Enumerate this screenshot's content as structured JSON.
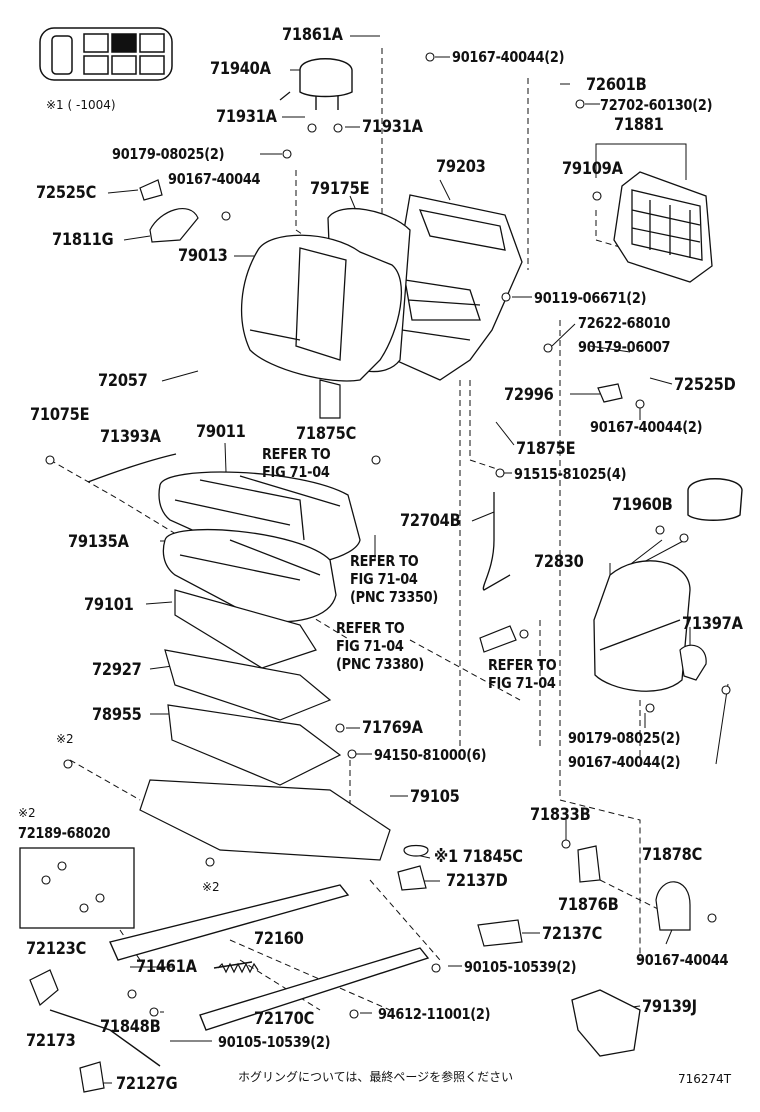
{
  "note": "※1 (      -1004)",
  "note_ref2": "※2",
  "footer_text": "ホグリングについては、最終ページを参照ください",
  "figure_id": "716274T",
  "refs": {
    "fig7104_a": [
      "REFER TO",
      "FIG 71-04"
    ],
    "fig7104_b": [
      "REFER TO",
      "FIG 71-04",
      "(PNC 73350)"
    ],
    "fig7104_c": [
      "REFER TO",
      "FIG 71-04",
      "(PNC 73380)"
    ],
    "fig7104_d": [
      "REFER TO",
      "FIG 71-04"
    ]
  },
  "parts": [
    {
      "id": "p71861A",
      "text": "71861A"
    },
    {
      "id": "p90167_40044_2a",
      "text": "90167-40044(2)"
    },
    {
      "id": "p71940A",
      "text": "71940A"
    },
    {
      "id": "p72601B",
      "text": "72601B"
    },
    {
      "id": "p72702",
      "text": "72702-60130(2)"
    },
    {
      "id": "p71931A_l",
      "text": "71931A"
    },
    {
      "id": "p71931A_r",
      "text": "71931A"
    },
    {
      "id": "p71881",
      "text": "71881"
    },
    {
      "id": "p90179_08025_2a",
      "text": "90179-08025(2)"
    },
    {
      "id": "p79203",
      "text": "79203"
    },
    {
      "id": "p79109A",
      "text": "79109A"
    },
    {
      "id": "p90167_40044_a",
      "text": "90167-40044"
    },
    {
      "id": "p72525C",
      "text": "72525C"
    },
    {
      "id": "p79175E",
      "text": "79175E"
    },
    {
      "id": "p71811G",
      "text": "71811G"
    },
    {
      "id": "p79013",
      "text": "79013"
    },
    {
      "id": "p90119",
      "text": "90119-06671(2)"
    },
    {
      "id": "p72622",
      "text": "72622-68010"
    },
    {
      "id": "p90179_06007",
      "text": "90179-06007"
    },
    {
      "id": "p72057",
      "text": "72057"
    },
    {
      "id": "p72525D",
      "text": "72525D"
    },
    {
      "id": "p72996",
      "text": "72996"
    },
    {
      "id": "p90167_40044_2b",
      "text": "90167-40044(2)"
    },
    {
      "id": "p71075E",
      "text": "71075E"
    },
    {
      "id": "p71875C",
      "text": "71875C"
    },
    {
      "id": "p71393A",
      "text": "71393A"
    },
    {
      "id": "p79011",
      "text": "79011"
    },
    {
      "id": "p71875E",
      "text": "71875E"
    },
    {
      "id": "p91515",
      "text": "91515-81025(4)"
    },
    {
      "id": "p72704B",
      "text": "72704B"
    },
    {
      "id": "p71960B",
      "text": "71960B"
    },
    {
      "id": "p79135A",
      "text": "79135A"
    },
    {
      "id": "p72830",
      "text": "72830"
    },
    {
      "id": "p79101",
      "text": "79101"
    },
    {
      "id": "p71397A",
      "text": "71397A"
    },
    {
      "id": "p72927",
      "text": "72927"
    },
    {
      "id": "p78955",
      "text": "78955"
    },
    {
      "id": "p71769A",
      "text": "71769A"
    },
    {
      "id": "p90179_08025_2b",
      "text": "90179-08025(2)"
    },
    {
      "id": "p94150",
      "text": "94150-81000(6)"
    },
    {
      "id": "p90167_40044_2c",
      "text": "90167-40044(2)"
    },
    {
      "id": "p79105",
      "text": "79105"
    },
    {
      "id": "p72189",
      "text": "72189-68020"
    },
    {
      "id": "p71833B",
      "text": "71833B"
    },
    {
      "id": "p71845C",
      "text": "※1 71845C"
    },
    {
      "id": "p71878C",
      "text": "71878C"
    },
    {
      "id": "p72137D",
      "text": "72137D"
    },
    {
      "id": "p71876B",
      "text": "71876B"
    },
    {
      "id": "p72137C",
      "text": "72137C"
    },
    {
      "id": "p72160",
      "text": "72160"
    },
    {
      "id": "p72123C",
      "text": "72123C"
    },
    {
      "id": "p90105_a",
      "text": "90105-10539(2)"
    },
    {
      "id": "p90167_40044_b",
      "text": "90167-40044"
    },
    {
      "id": "p71461A",
      "text": "71461A"
    },
    {
      "id": "p71848B",
      "text": "71848B"
    },
    {
      "id": "p72170C",
      "text": "72170C"
    },
    {
      "id": "p94612",
      "text": "94612-11001(2)"
    },
    {
      "id": "p79139J",
      "text": "79139J"
    },
    {
      "id": "p72173",
      "text": "72173"
    },
    {
      "id": "p90105_b",
      "text": "90105-10539(2)"
    },
    {
      "id": "p72127G",
      "text": "72127G"
    }
  ]
}
